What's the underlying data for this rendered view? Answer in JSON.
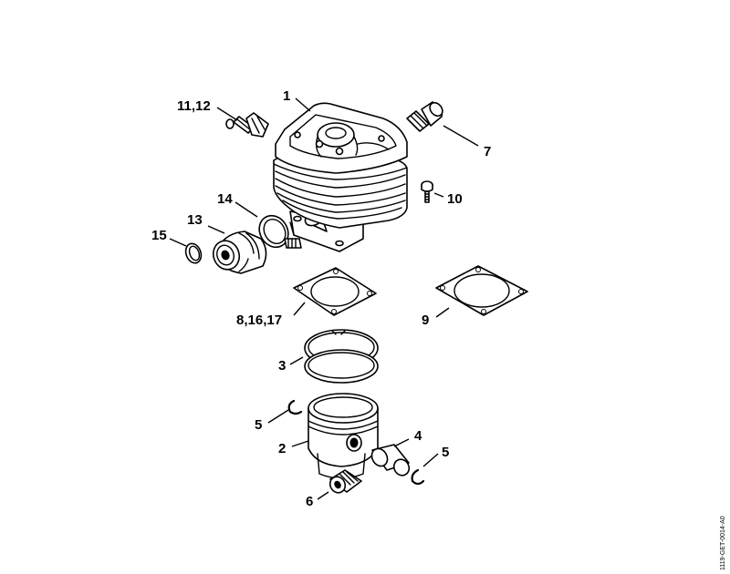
{
  "diagram": {
    "reference_code": "1119-GET-0014-A0",
    "callouts": {
      "p1": "1",
      "p11_12": "11,12",
      "p7": "7",
      "p10": "10",
      "p14": "14",
      "p13": "13",
      "p15": "15",
      "p8_16_17": "8,16,17",
      "p9": "9",
      "p3": "3",
      "p5a": "5",
      "p2": "2",
      "p4": "4",
      "p5b": "5",
      "p6": "6"
    }
  }
}
